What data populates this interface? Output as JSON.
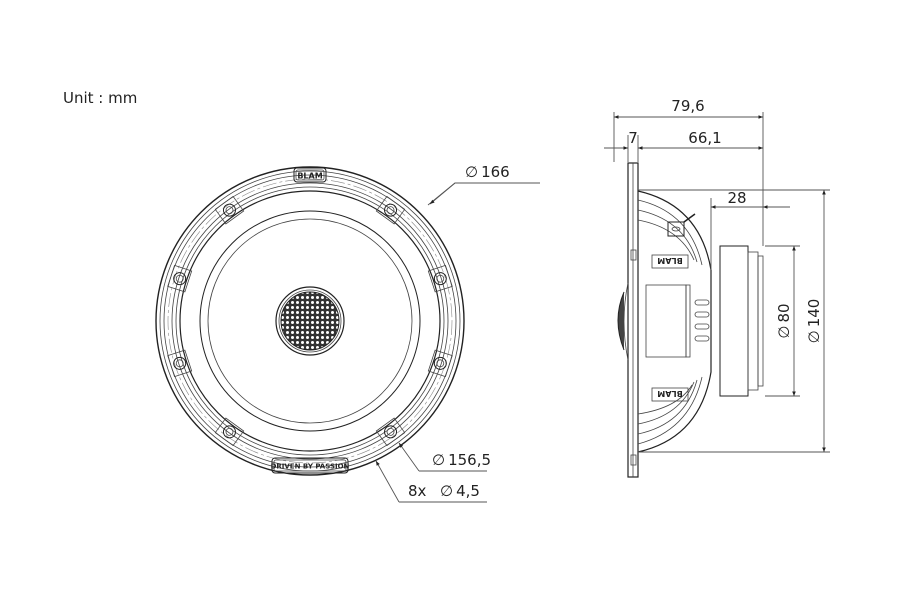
{
  "unit_label": "Unit : mm",
  "front_view": {
    "outer_diameter": "166",
    "mount_circle_diameter": "156,5",
    "hole_count_label": "8x",
    "hole_diameter": "4,5",
    "brand_top": "BLAM",
    "brand_bottom": "DRIVEN BY PASSION",
    "diameter_symbol": "∅"
  },
  "side_view": {
    "total_depth": "79,6",
    "flange_thickness": "7",
    "mounting_depth": "66,1",
    "magnet_depth": "28",
    "magnet_diameter": "80",
    "basket_diameter": "140",
    "brand_side": "BLAM"
  }
}
